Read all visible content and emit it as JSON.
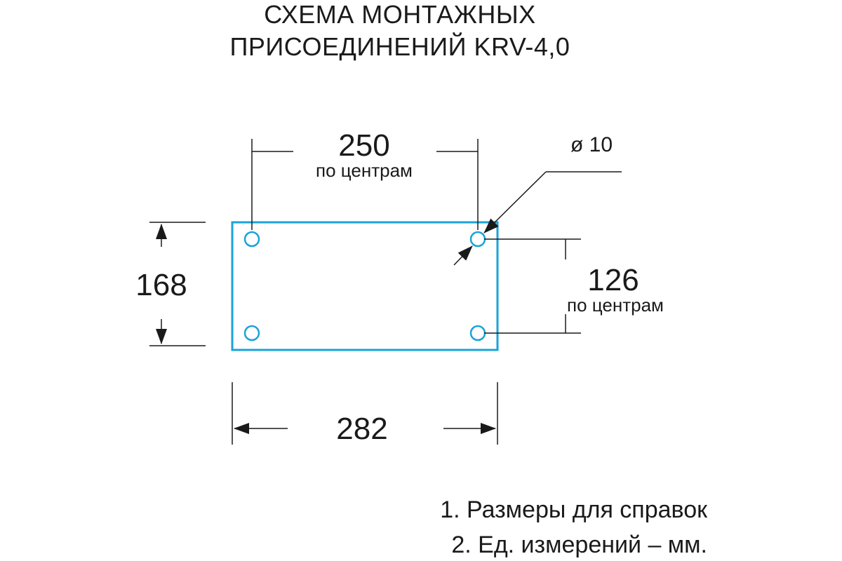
{
  "title": {
    "line1": "СХЕМА МОНТАЖНЫХ",
    "line2": "ПРИСОЕДИНЕНИЙ KRV-4,0"
  },
  "dimensions": {
    "top_centers": {
      "value": "250",
      "note": "по центрам"
    },
    "right_centers": {
      "value": "126",
      "note": "по центрам"
    },
    "left_height": {
      "value": "168"
    },
    "bottom_width": {
      "value": "282"
    },
    "hole_diameter": {
      "label": "ø 10"
    }
  },
  "notes": [
    {
      "text": "1. Размеры для справок"
    },
    {
      "text": "2. Ед. измерений – мм."
    }
  ],
  "colors": {
    "outline": "#1aa3d8",
    "lines": "#1a1a1a",
    "text": "#1a1a1a"
  }
}
